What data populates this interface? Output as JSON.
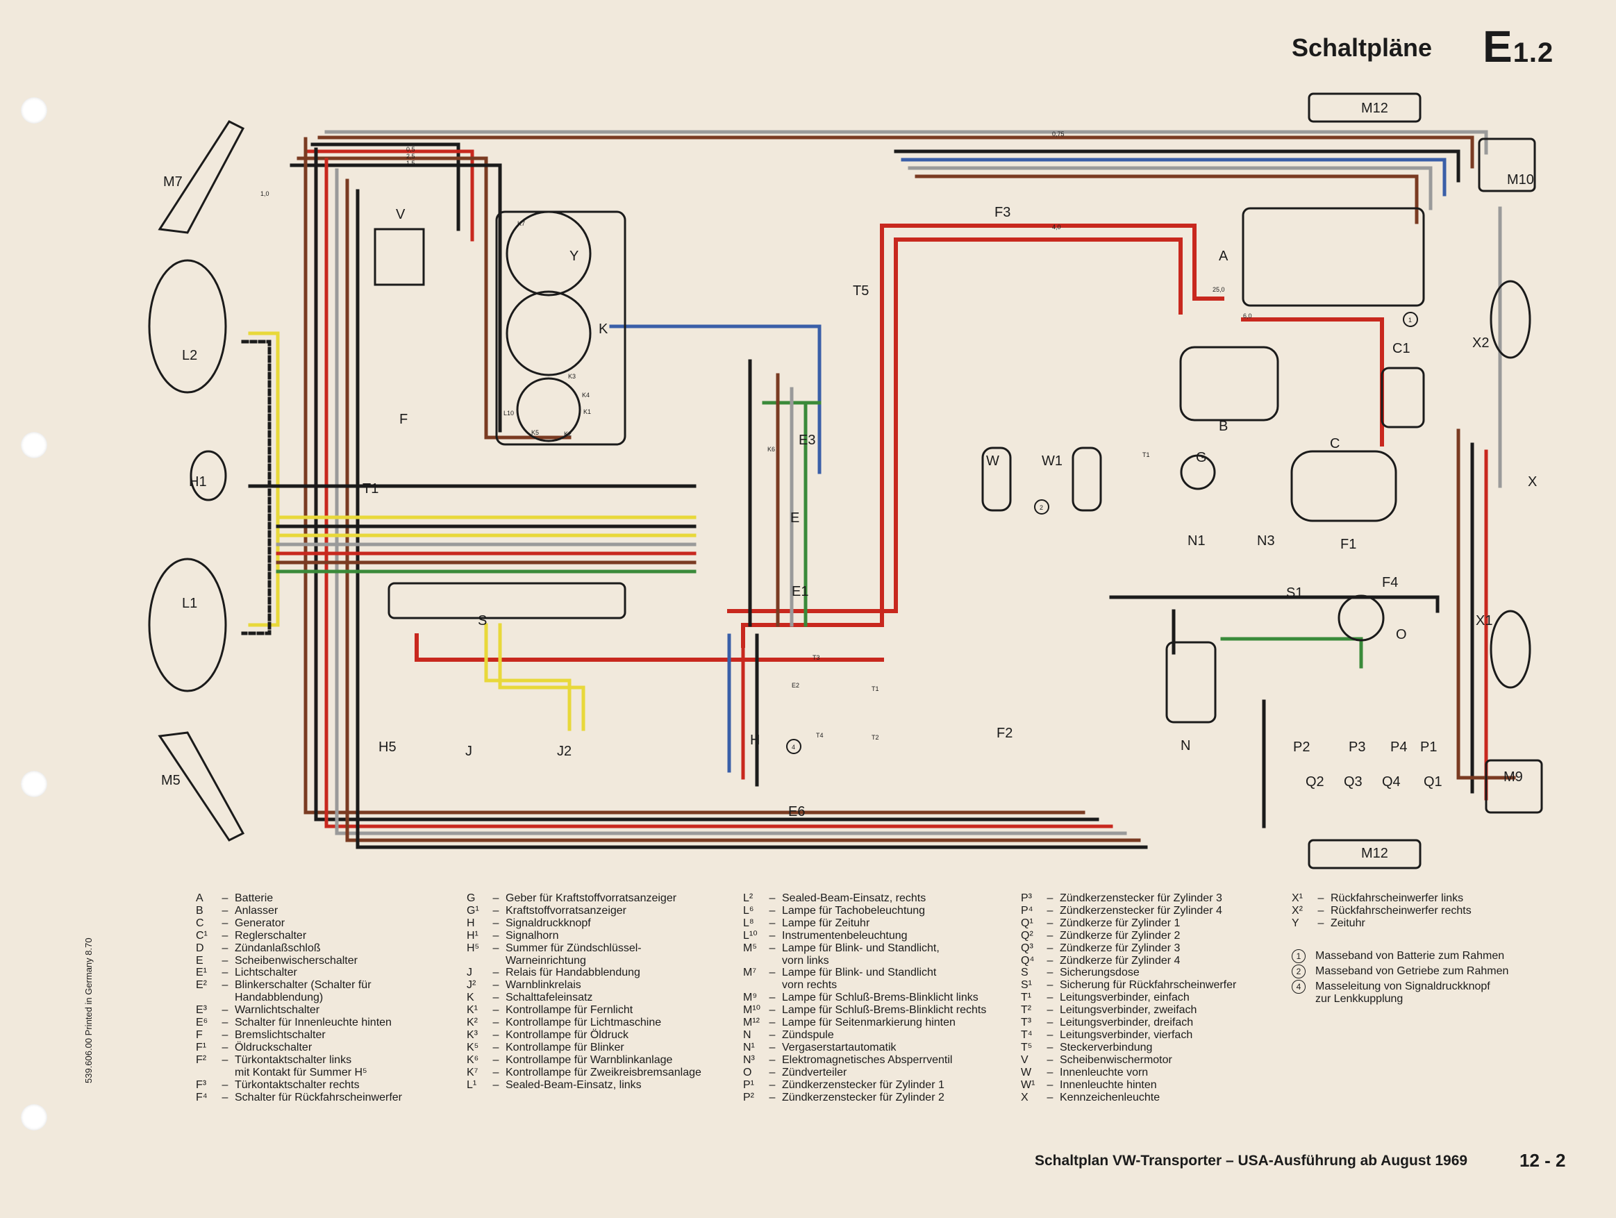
{
  "header": {
    "title": "Schaltpläne",
    "code_letter": "E",
    "code_number": "1.2"
  },
  "diagram": {
    "component_labels": [
      "M7",
      "L2",
      "H1",
      "L1",
      "M5",
      "V",
      "F",
      "T1",
      "Y",
      "K",
      "K3",
      "K4",
      "K1",
      "L10",
      "K5",
      "K2",
      "K7",
      "K6",
      "E3",
      "E",
      "E1",
      "S",
      "J",
      "J2",
      "H5",
      "E2",
      "H",
      "T3",
      "T1",
      "T2",
      "T4",
      "E6",
      "F3",
      "T5",
      "W",
      "W1",
      "F2",
      "A",
      "B",
      "C1",
      "C",
      "T1",
      "G",
      "N1",
      "N3",
      "F1",
      "S1",
      "F4",
      "O",
      "N",
      "P2",
      "P3",
      "P4",
      "P1",
      "Q2",
      "Q3",
      "Q4",
      "Q1",
      "M12",
      "M10",
      "M9",
      "M12",
      "X2",
      "X",
      "X1"
    ],
    "wire_gauges": [
      "0,75",
      "0,5",
      "1,5",
      "2,5",
      "1,0",
      "4,0",
      "6,0",
      "25,0"
    ],
    "ground_strap_marks": [
      "1",
      "2",
      "4"
    ]
  },
  "legend": [
    [
      {
        "code": "A",
        "text": "Batterie"
      },
      {
        "code": "B",
        "text": "Anlasser"
      },
      {
        "code": "C",
        "text": "Generator"
      },
      {
        "code": "C¹",
        "text": "Reglerschalter"
      },
      {
        "code": "D",
        "text": "Zündanlaßschloß"
      },
      {
        "code": "E",
        "text": "Scheibenwischerschalter"
      },
      {
        "code": "E¹",
        "text": "Lichtschalter"
      },
      {
        "code": "E²",
        "text": "Blinkerschalter (Schalter für",
        "cont": "Handabblendung)"
      },
      {
        "code": "E³",
        "text": "Warnlichtschalter"
      },
      {
        "code": "E⁶",
        "text": "Schalter für Innenleuchte hinten"
      },
      {
        "code": "F",
        "text": "Bremslichtschalter"
      },
      {
        "code": "F¹",
        "text": "Öldruckschalter"
      },
      {
        "code": "F²",
        "text": "Türkontaktschalter links",
        "cont": "mit Kontakt für Summer H⁵"
      },
      {
        "code": "F³",
        "text": "Türkontaktschalter rechts"
      },
      {
        "code": "F⁴",
        "text": "Schalter für Rückfahrscheinwerfer"
      }
    ],
    [
      {
        "code": "G",
        "text": "Geber für Kraftstoffvorratsanzeiger"
      },
      {
        "code": "G¹",
        "text": "Kraftstoffvorratsanzeiger"
      },
      {
        "code": "H",
        "text": "Signaldruckknopf"
      },
      {
        "code": "H¹",
        "text": "Signalhorn"
      },
      {
        "code": "H⁵",
        "text": "Summer für Zündschlüssel-",
        "cont": "Warneinrichtung"
      },
      {
        "code": "J",
        "text": "Relais für Handabblendung"
      },
      {
        "code": "J²",
        "text": "Warnblinkrelais"
      },
      {
        "code": "K",
        "text": "Schalttafeleinsatz"
      },
      {
        "code": "K¹",
        "text": "Kontrollampe für Fernlicht"
      },
      {
        "code": "K²",
        "text": "Kontrollampe für Lichtmaschine"
      },
      {
        "code": "K³",
        "text": "Kontrollampe für Öldruck"
      },
      {
        "code": "K⁵",
        "text": "Kontrollampe für Blinker"
      },
      {
        "code": "K⁶",
        "text": "Kontrollampe für Warnblinkanlage"
      },
      {
        "code": "K⁷",
        "text": "Kontrollampe für Zweikreisbremsanlage"
      },
      {
        "code": "L¹",
        "text": "Sealed-Beam-Einsatz, links"
      }
    ],
    [
      {
        "code": "L²",
        "text": "Sealed-Beam-Einsatz, rechts"
      },
      {
        "code": "L⁶",
        "text": "Lampe für Tachobeleuchtung"
      },
      {
        "code": "L⁸",
        "text": "Lampe für Zeituhr"
      },
      {
        "code": "L¹⁰",
        "text": "Instrumentenbeleuchtung"
      },
      {
        "code": "M⁵",
        "text": "Lampe für Blink- und Standlicht,",
        "cont": "vorn links"
      },
      {
        "code": "M⁷",
        "text": "Lampe für Blink- und Standlicht",
        "cont": "vorn rechts"
      },
      {
        "code": "M⁹",
        "text": "Lampe für Schluß-Brems-Blinklicht links"
      },
      {
        "code": "M¹⁰",
        "text": "Lampe für Schluß-Brems-Blinklicht rechts"
      },
      {
        "code": "M¹²",
        "text": "Lampe für Seitenmarkierung hinten"
      },
      {
        "code": "N",
        "text": "Zündspule"
      },
      {
        "code": "N¹",
        "text": "Vergaserstartautomatik"
      },
      {
        "code": "N³",
        "text": "Elektromagnetisches Absperrventil"
      },
      {
        "code": "O",
        "text": "Zündverteiler"
      },
      {
        "code": "P¹",
        "text": "Zündkerzenstecker für Zylinder 1"
      },
      {
        "code": "P²",
        "text": "Zündkerzenstecker für Zylinder 2"
      }
    ],
    [
      {
        "code": "P³",
        "text": "Zündkerzenstecker für Zylinder 3"
      },
      {
        "code": "P⁴",
        "text": "Zündkerzenstecker für Zylinder 4"
      },
      {
        "code": "Q¹",
        "text": "Zündkerze für Zylinder 1"
      },
      {
        "code": "Q²",
        "text": "Zündkerze für Zylinder 2"
      },
      {
        "code": "Q³",
        "text": "Zündkerze für Zylinder 3"
      },
      {
        "code": "Q⁴",
        "text": "Zündkerze für Zylinder 4"
      },
      {
        "code": "S",
        "text": "Sicherungsdose"
      },
      {
        "code": "S¹",
        "text": "Sicherung für Rückfahrscheinwerfer"
      },
      {
        "code": "T¹",
        "text": "Leitungsverbinder, einfach"
      },
      {
        "code": "T²",
        "text": "Leitungsverbinder, zweifach"
      },
      {
        "code": "T³",
        "text": "Leitungsverbinder, dreifach"
      },
      {
        "code": "T⁴",
        "text": "Leitungsverbinder, vierfach"
      },
      {
        "code": "T⁵",
        "text": "Steckerverbindung"
      },
      {
        "code": "V",
        "text": "Scheibenwischermotor"
      },
      {
        "code": "W",
        "text": "Innenleuchte vorn"
      },
      {
        "code": "W¹",
        "text": "Innenleuchte hinten"
      },
      {
        "code": "X",
        "text": "Kennzeichenleuchte"
      }
    ],
    [
      {
        "code": "X¹",
        "text": "Rückfahrscheinwerfer links"
      },
      {
        "code": "X²",
        "text": "Rückfahrscheinwerfer rechts"
      },
      {
        "code": "Y",
        "text": "Zeituhr"
      }
    ]
  ],
  "notes": [
    {
      "mark": "1",
      "text": "Masseband von Batterie zum Rahmen"
    },
    {
      "mark": "2",
      "text": "Masseband von Getriebe zum Rahmen"
    },
    {
      "mark": "4",
      "text": "Masseleitung von Signaldruckknopf",
      "cont": "zur Lenkkupplung"
    }
  ],
  "footer": {
    "title": "Schaltplan VW-Transporter – USA-Ausführung ab August 1969",
    "page": "12 - 2"
  },
  "print_note": "539.606.00 Printed in Germany 8.70",
  "colors": {
    "paper": "#f1e9dc",
    "wire_red": "#c8281e",
    "wire_black": "#1b1b1b",
    "wire_brown": "#7a3b22",
    "wire_yellow": "#e8d83a",
    "wire_green": "#3a8a3a",
    "wire_blue": "#3a5fa8",
    "wire_grey": "#9a9a9a"
  }
}
